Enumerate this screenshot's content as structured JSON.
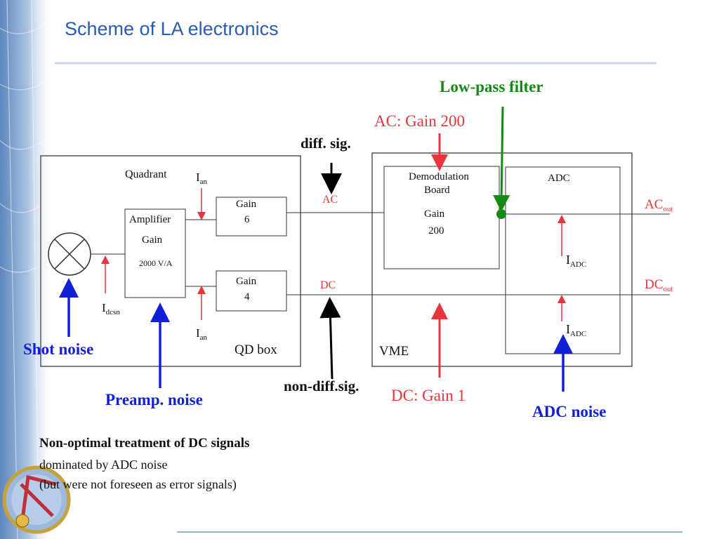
{
  "title": "Scheme of LA electronics",
  "annotations": {
    "low_pass_filter": "Low-pass filter",
    "ac_gain": "AC: Gain 200",
    "diff_sig": "diff. sig.",
    "non_diff_sig": "non-diff.sig.",
    "dc_gain": "DC: Gain 1",
    "shot_noise": "Shot noise",
    "preamp_noise": "Preamp. noise",
    "adc_noise": "ADC noise"
  },
  "diagram": {
    "quadrant": "Quadrant",
    "amplifier": "Amplifier",
    "amp_gain": "Gain",
    "amp_value": "2000 V/A",
    "gain_label": "Gain",
    "gain6": "6",
    "gain4": "4",
    "i_an_main": "I",
    "i_an_sub": "an",
    "i_dcsn_main": "I",
    "i_dcsn_sub": "dcsn",
    "qd_box": "QD box",
    "ac": "AC",
    "dc": "DC",
    "demod_line1": "Demodulation",
    "demod_line2": "Board",
    "demod_gain": "Gain",
    "demod_value": "200",
    "adc": "ADC",
    "i_adc_main": "I",
    "i_adc_sub": "ADC",
    "vme": "VME",
    "ac_out_main": "AC",
    "dc_out_main": "DC",
    "out_sub": "out"
  },
  "notes": {
    "heading": "Non-optimal treatment of DC signals",
    "line1": "dominated by ADC noise",
    "line2": "(but were not foreseen as error signals)"
  },
  "colors": {
    "title": "#2a5db0",
    "noise_arrow": "#1020d8",
    "gain_arrow": "#e8343c",
    "filter_arrow": "#138a13",
    "teal_text": "#0a6b62"
  }
}
